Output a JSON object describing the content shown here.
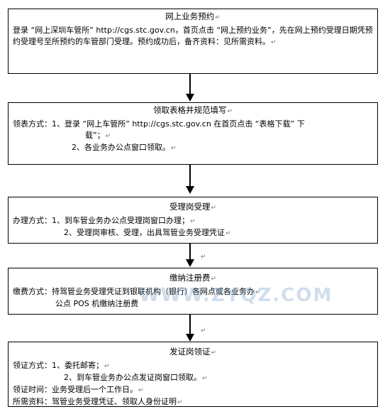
{
  "steps": {
    "s1": {
      "title": "网上业务预约",
      "body": "登录 “网上深圳车管所” http://cgs.stc.gov.cn，首页点击 “网上预约业务”，先在网上预约受理日期凭预约受理号至所预约的车管部门受理。预约成功后，备齐资料：见所需资料。"
    },
    "s2": {
      "title": "领取表格并规范填写",
      "line1": "领表方式：1、登录 “网上车管所” http://cgs.stc.gov.cn 在首页点击 “表格下载” 下",
      "line2": "载”；",
      "line3": "2、各业务办公点窗口领取。"
    },
    "s3": {
      "title": "受理岗受理",
      "line1": "办理方式：1、到车管业务办公点受理岗窗口办理；",
      "line2": "2、受理岗审核、受理，出具驾管业务受理凭证"
    },
    "s4": {
      "title": "缴纳注册费",
      "line1": "缴费方式：持驾管业务受理凭证到银联机构（银行）各网点或各业务办",
      "line2": "公点 POS 机缴纳注册费"
    },
    "s5": {
      "title": "发证岗领证",
      "line1": "领证方式：1、委托邮寄；",
      "line2": "2、到车管业务办公点发证岗窗口领取。",
      "line3": "领证时间：业务受理后一个工作日。",
      "line4": "所需资料：驾管业务受理凭证、领取人身份证明"
    }
  },
  "watermark": "WWW.ZYQZ.COM",
  "paragraph_mark": "↵"
}
